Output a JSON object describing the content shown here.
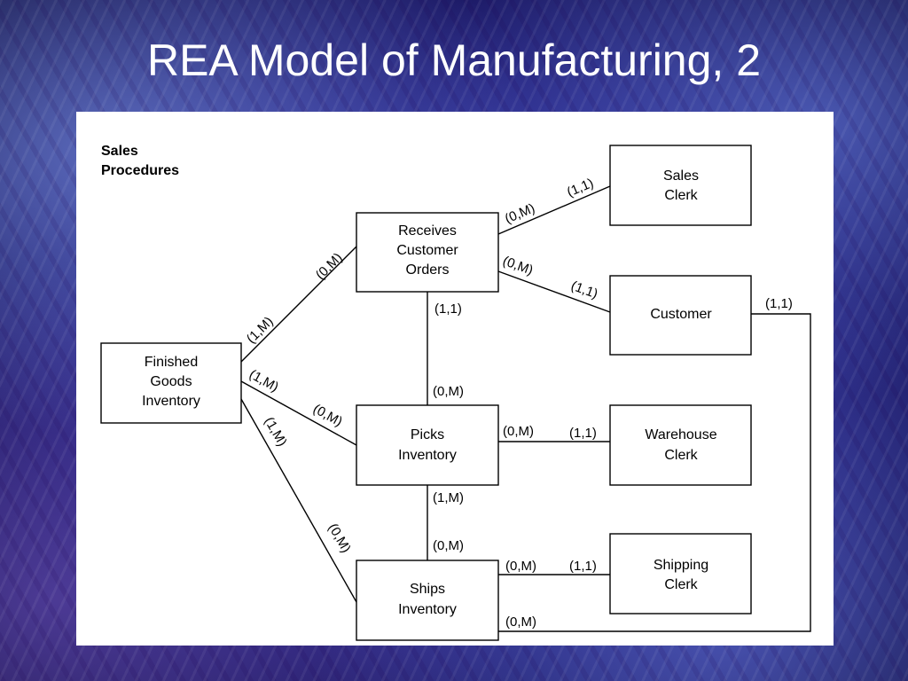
{
  "slide": {
    "title": "REA Model of Manufacturing, 2"
  },
  "diagram": {
    "section": [
      "Sales",
      "Procedures"
    ],
    "entities": {
      "finished_goods": [
        "Finished",
        "Goods",
        "Inventory"
      ],
      "receives_orders": [
        "Receives",
        "Customer",
        "Orders"
      ],
      "picks_inventory": [
        "Picks",
        "Inventory"
      ],
      "ships_inventory": [
        "Ships",
        "Inventory"
      ],
      "sales_clerk": [
        "Sales",
        "Clerk"
      ],
      "customer": [
        "Customer"
      ],
      "warehouse_clerk": [
        "Warehouse",
        "Clerk"
      ],
      "shipping_clerk": [
        "Shipping",
        "Clerk"
      ]
    },
    "cardinalities": {
      "fg_receives_near_fg": "(1,M)",
      "fg_receives_near_receives": "(0,M)",
      "fg_picks_near_fg": "(1,M)",
      "fg_picks_near_picks": "(0,M)",
      "fg_ships_near_fg": "(1,M)",
      "fg_ships_near_ships": "(0,M)",
      "receives_salesclerk_near_receives": "(0,M)",
      "receives_salesclerk_near_clerk": "(1,1)",
      "receives_customer_near_receives": "(0,M)",
      "receives_customer_near_customer": "(1,1)",
      "receives_picks_near_receives": "(1,1)",
      "receives_picks_near_picks": "(0,M)",
      "picks_warehouse_near_picks": "(0,M)",
      "picks_warehouse_near_clerk": "(1,1)",
      "picks_ships_near_picks": "(1,M)",
      "picks_ships_near_ships": "(0,M)",
      "ships_shipping_near_ships": "(0,M)",
      "ships_shipping_near_clerk": "(1,1)",
      "customer_ships_near_customer": "(1,1)",
      "customer_ships_near_ships": "(0,M)"
    },
    "colors": {
      "line": "#000000",
      "box_fill": "#ffffff"
    }
  }
}
